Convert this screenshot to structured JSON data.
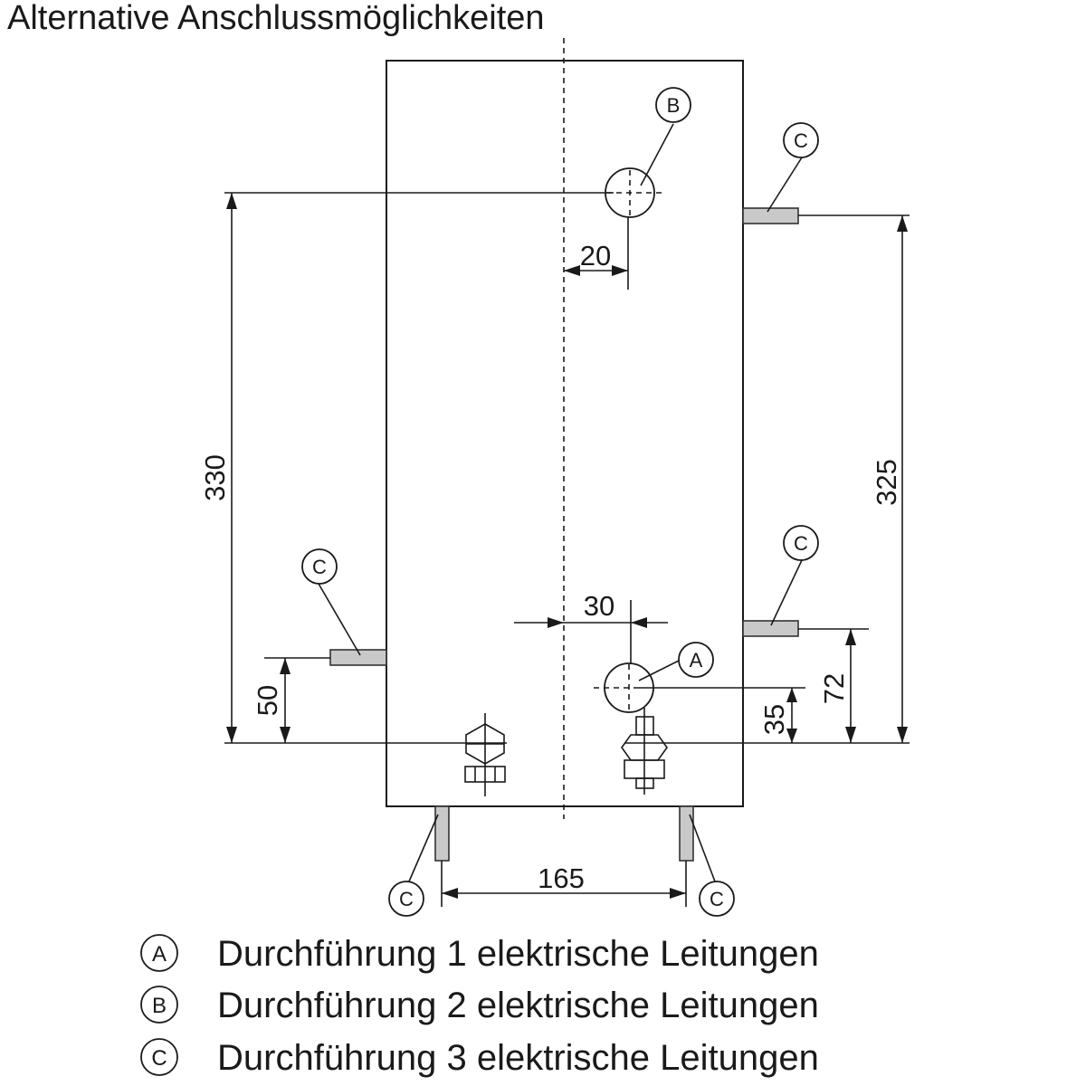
{
  "title": "Alternative Anschlussmöglichkeiten",
  "dimensions": {
    "height_left": "330",
    "height_right": "325",
    "offset_top": "20",
    "offset_bottom": "30",
    "pipe_left": "50",
    "pipe_right": "72",
    "feedthrough_a": "35",
    "legs_spacing": "165"
  },
  "callouts": {
    "a": "A",
    "b": "B",
    "c": "C"
  },
  "legend": [
    {
      "letter": "A",
      "text": "Durchführung 1 elektrische Leitungen"
    },
    {
      "letter": "B",
      "text": "Durchführung 2 elektrische Leitungen"
    },
    {
      "letter": "C",
      "text": "Durchführung 3 elektrische Leitungen"
    }
  ]
}
